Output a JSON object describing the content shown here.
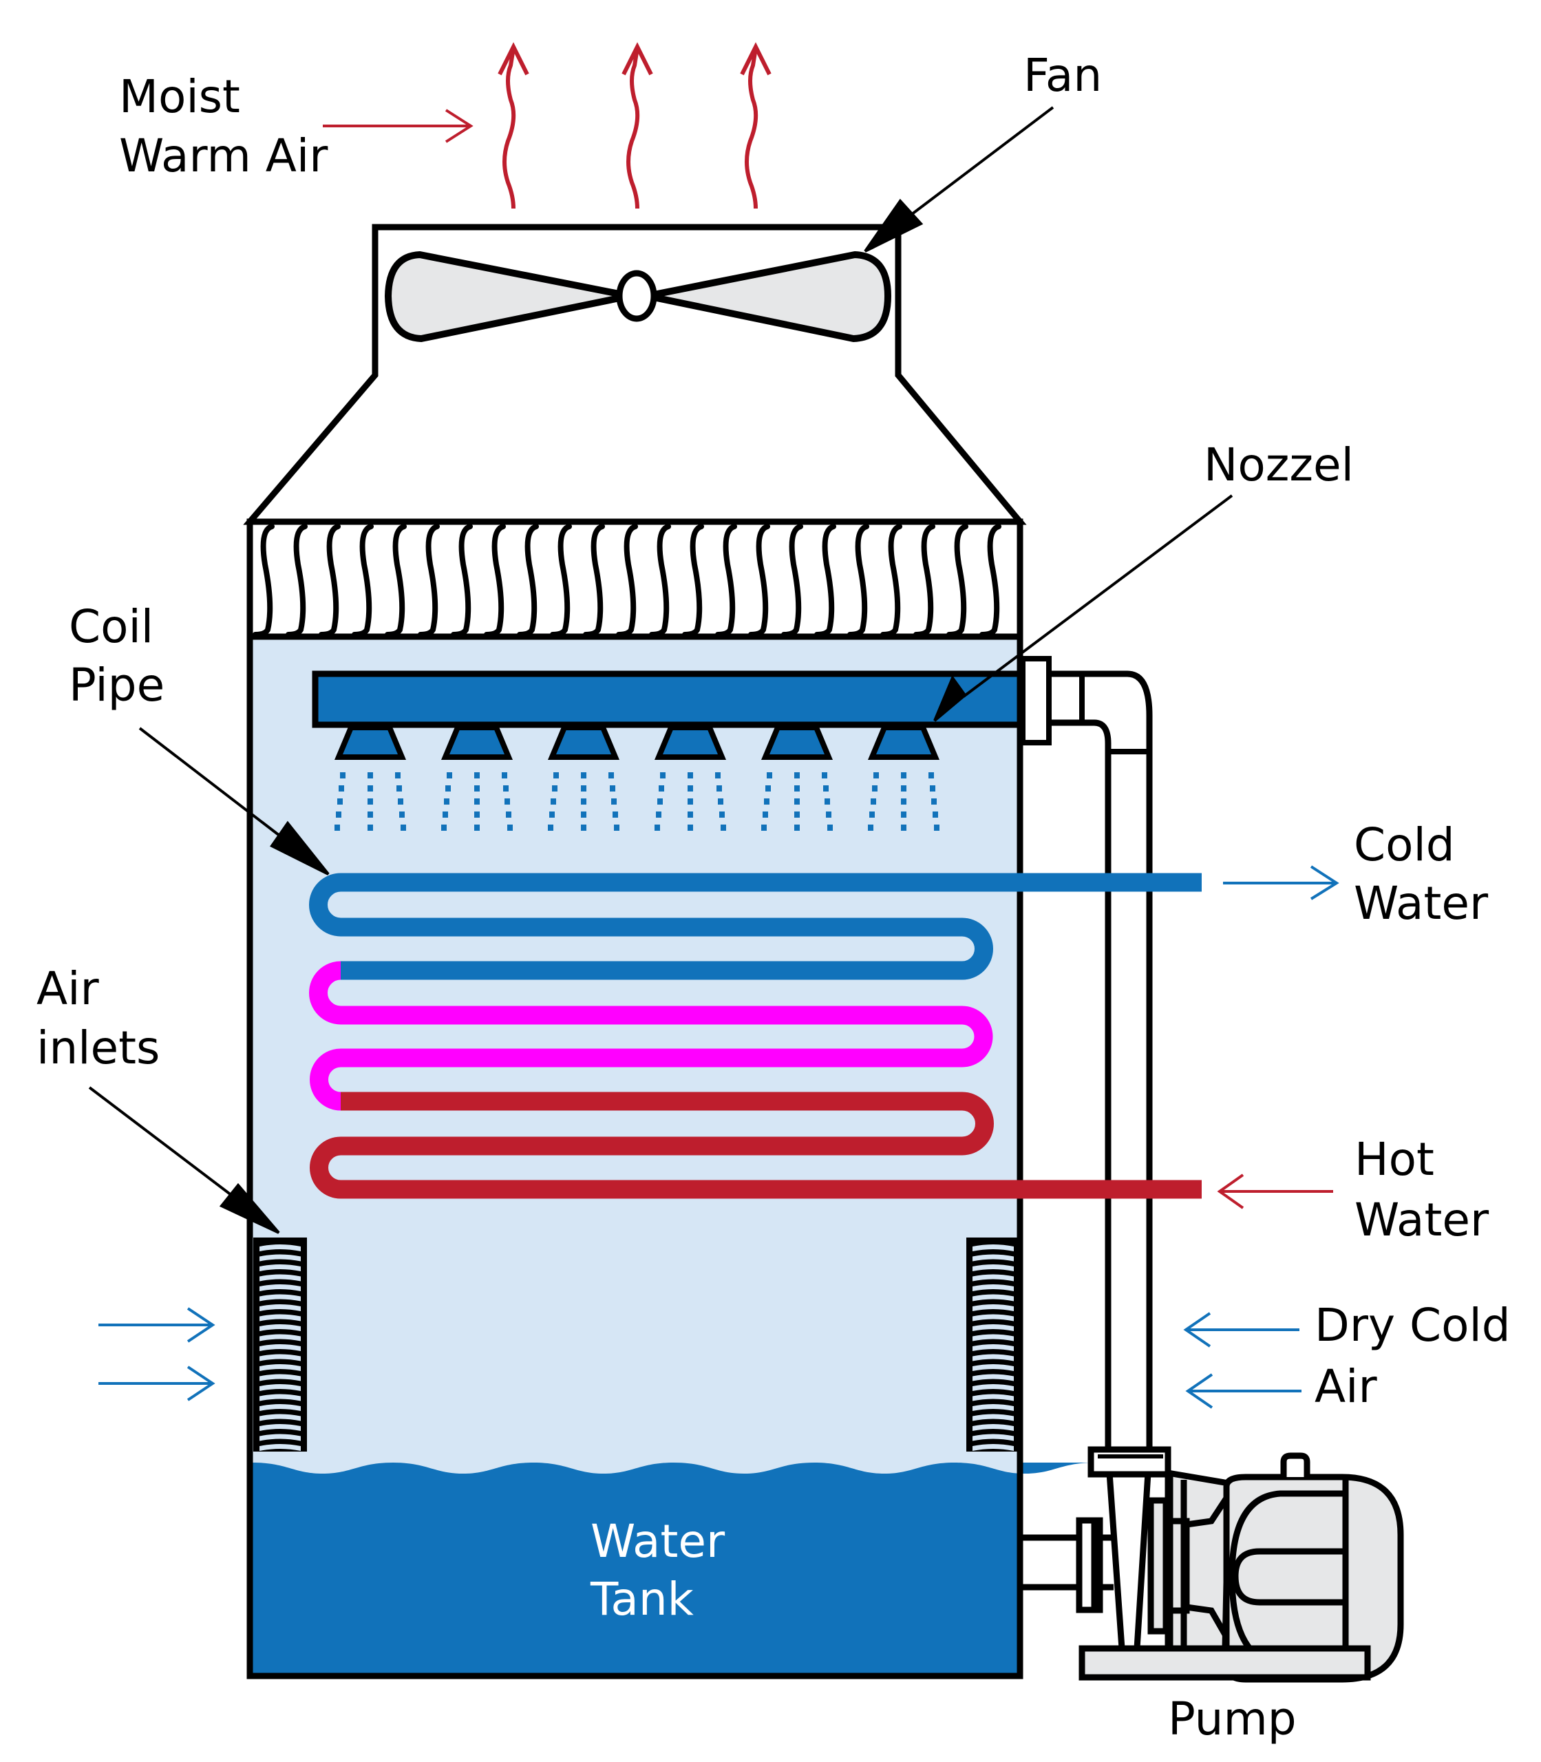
{
  "title": "Closed-circuit cooling tower diagram",
  "colors": {
    "outline": "#000000",
    "tower_interior": "#D6E6F5",
    "water": "#1172BA",
    "cold_pipe": "#1172BA",
    "mid_pipe": "#FF00FF",
    "hot_pipe": "#BE1E2D",
    "warm_air_arrow": "#BE1E2D",
    "cold_air_arrow": "#1172BA",
    "equipment_fill": "#E6E7E8"
  },
  "labels": {
    "moist_warm_air": [
      "Moist",
      "Warm Air"
    ],
    "fan": "Fan",
    "nozzel": "Nozzel",
    "coil_pipe": [
      "Coil",
      "Pipe"
    ],
    "cold_water": [
      "Cold",
      "Water"
    ],
    "air_inlets": [
      "Air",
      "inlets"
    ],
    "hot_water": [
      "Hot",
      "Water"
    ],
    "dry_cold_air": [
      "Dry Cold",
      "Air"
    ],
    "water_tank": [
      "Water",
      "Tank"
    ],
    "pump": "Pump"
  },
  "components": [
    {
      "id": "fan",
      "icon": "fan-icon"
    },
    {
      "id": "drift-eliminator",
      "icon": "wavy-fill-icon"
    },
    {
      "id": "spray-header",
      "icon": "pipe-icon"
    },
    {
      "id": "nozzles",
      "count": 6,
      "icon": "nozzle-icon"
    },
    {
      "id": "coil",
      "rows": 8,
      "segments": [
        "cold",
        "cold",
        "cold",
        "mid",
        "mid",
        "hot",
        "hot",
        "hot"
      ]
    },
    {
      "id": "air-inlet-louvers",
      "count": 2,
      "icon": "louver-icon"
    },
    {
      "id": "water-tank",
      "icon": "water-wave-icon"
    },
    {
      "id": "pump",
      "icon": "pump-motor-icon"
    }
  ]
}
